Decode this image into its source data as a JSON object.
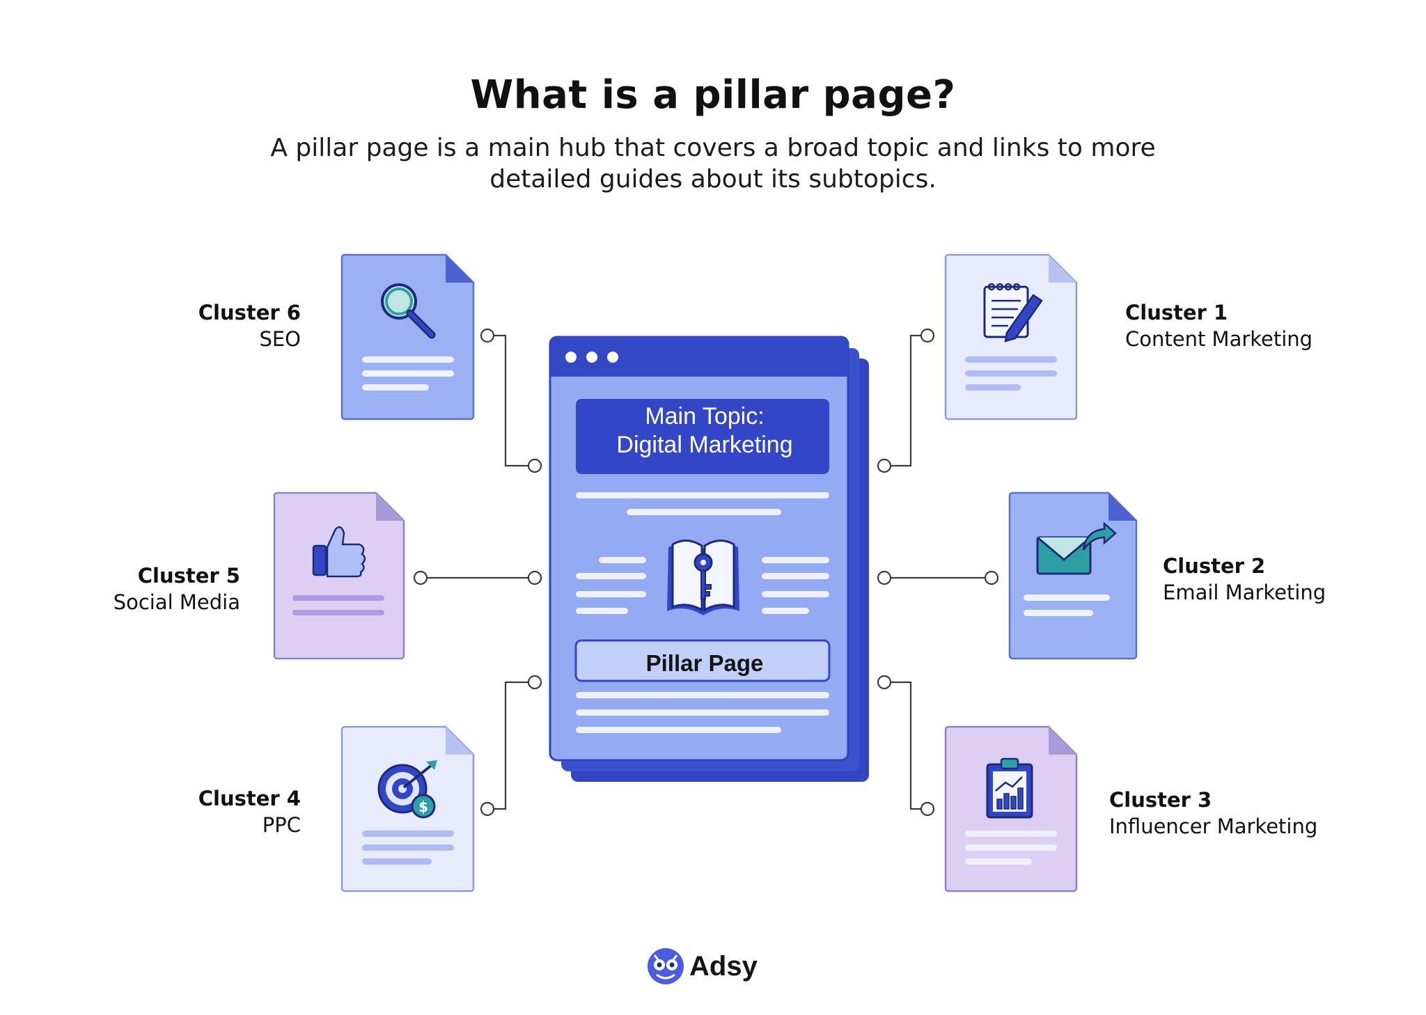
{
  "header": {
    "title": "What is a pillar page?",
    "subtitle": "A pillar page is a main hub that covers a broad topic and links to more detailed guides about its subtopics."
  },
  "pillar": {
    "main_topic_line1": "Main Topic:",
    "main_topic_line2": "Digital Marketing",
    "label": "Pillar Page",
    "icon": "book-key-icon"
  },
  "clusters": [
    {
      "name": "Cluster 1",
      "topic": "Content Marketing",
      "icon": "notepad-pen-icon"
    },
    {
      "name": "Cluster 2",
      "topic": "Email Marketing",
      "icon": "envelope-share-icon"
    },
    {
      "name": "Cluster 3",
      "topic": "Influencer Marketing",
      "icon": "clipboard-chart-icon"
    },
    {
      "name": "Cluster 4",
      "topic": "PPC",
      "icon": "target-dollar-icon"
    },
    {
      "name": "Cluster 5",
      "topic": "Social Media",
      "icon": "thumbs-up-icon"
    },
    {
      "name": "Cluster 6",
      "topic": "SEO",
      "icon": "magnifier-icon"
    }
  ],
  "brand": {
    "name": "Adsy",
    "icon": "owl-logo-icon"
  },
  "colors": {
    "blue_dark": "#3347c6",
    "blue_mid": "#93a8f1",
    "blue_light": "#e8ebfb",
    "lavender": "#dccff3",
    "teal": "#2e9fa3"
  }
}
